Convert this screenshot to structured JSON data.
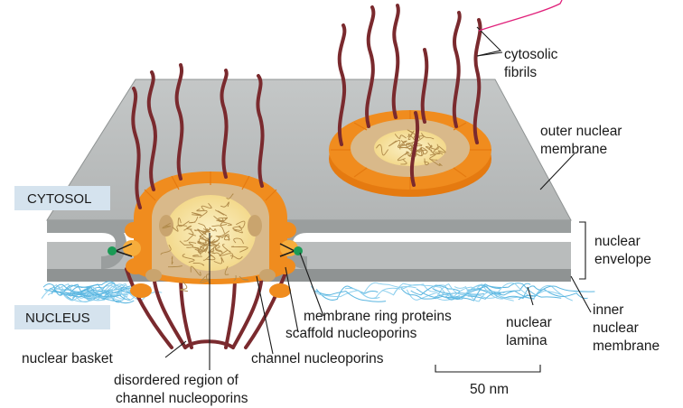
{
  "region_labels": {
    "cytosol": "CYTOSOL",
    "nucleus": "NUCLEUS"
  },
  "labels": {
    "cytosolic_fibrils": [
      "cytosolic",
      "fibrils"
    ],
    "outer_nuclear_membrane": [
      "outer nuclear",
      "membrane"
    ],
    "nuclear_envelope": [
      "nuclear",
      "envelope"
    ],
    "inner_nuclear_membrane": [
      "inner",
      "nuclear",
      "membrane"
    ],
    "nuclear_lamina": [
      "nuclear",
      "lamina"
    ],
    "membrane_ring_proteins": "membrane ring proteins",
    "scaffold_nucleoporins": "scaffold nucleoporins",
    "channel_nucleoporins": "channel nucleoporins",
    "nuclear_basket": "nuclear basket",
    "disordered_region": [
      "disordered region of",
      "channel nucleoporins"
    ]
  },
  "scale_bar": "50 nm",
  "colors": {
    "membrane": "#b9bcbc",
    "membrane_edge": "#8f9393",
    "scaffold_outer": "#f08c1e",
    "scaffold_ring": "#f6ad3c",
    "channel_ring": "#d9b98a",
    "disordered_core": "#f8e6a8",
    "fibril": "#7a2a2e",
    "lamina": "#5bb6e0",
    "label_box": "#d5e3ee",
    "ring_protein": "#1a9a55"
  }
}
